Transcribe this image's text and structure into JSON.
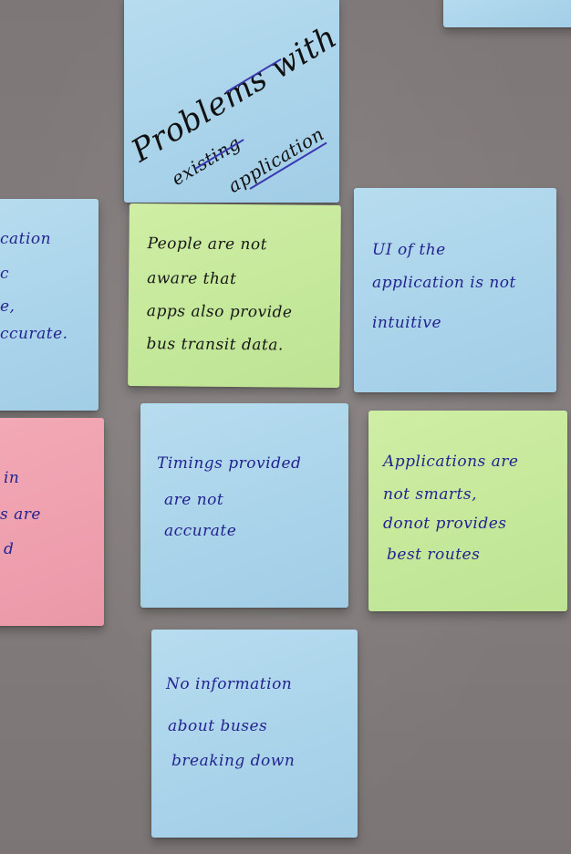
{
  "image": {
    "description_alt": "Sticky notes on a grey wall"
  },
  "notes": {
    "header": {
      "line1": "Problems with",
      "line2": "existing",
      "line3": "application"
    },
    "left_top": {
      "line1": "cation",
      "line2": "c",
      "line3": "e,",
      "line4": "ccurate."
    },
    "left_bottom": {
      "line1": "in",
      "line2": "s are",
      "line3": "d"
    },
    "green_1": {
      "line1": "People are not",
      "line2": "aware that",
      "line3": "apps also provide",
      "line4": "bus transit data."
    },
    "blue_1": {
      "line1": "UI of the",
      "line2": "application is not",
      "line3": "intuitive"
    },
    "blue_2": {
      "line1": "Timings provided",
      "line2": "are not",
      "line3": "accurate"
    },
    "green_2": {
      "line1": "Applications are",
      "line2": "not smarts,",
      "line3": "donot provides",
      "line4": "best routes"
    },
    "blue_3": {
      "line1": "No information",
      "line2": "about buses",
      "line3": "breaking down"
    }
  },
  "colors": {
    "wall": "#807a7a",
    "note_blue": "#a9d3ea",
    "note_green": "#c4e89a",
    "note_pink": "#ee9fae",
    "ink_blue": "#23238f",
    "ink_black": "#111111"
  }
}
